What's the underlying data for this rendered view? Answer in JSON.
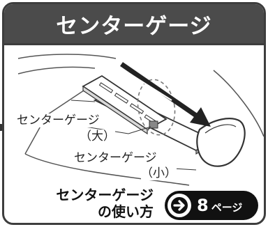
{
  "title": "センターゲージ",
  "labels": {
    "center_gauge_large": "センターゲージ",
    "large_size": "（大）",
    "center_gauge_small": "センターゲージ",
    "small_size": "（小）"
  },
  "bottom": {
    "line1": "センターゲージ",
    "line2": "の使い方",
    "link_number": "8",
    "link_unit": "ページ"
  },
  "colors": {
    "title_bg": "#4b4b4b",
    "pill_bg": "#111111"
  },
  "icons": [
    "arrow-right-circle-icon"
  ]
}
